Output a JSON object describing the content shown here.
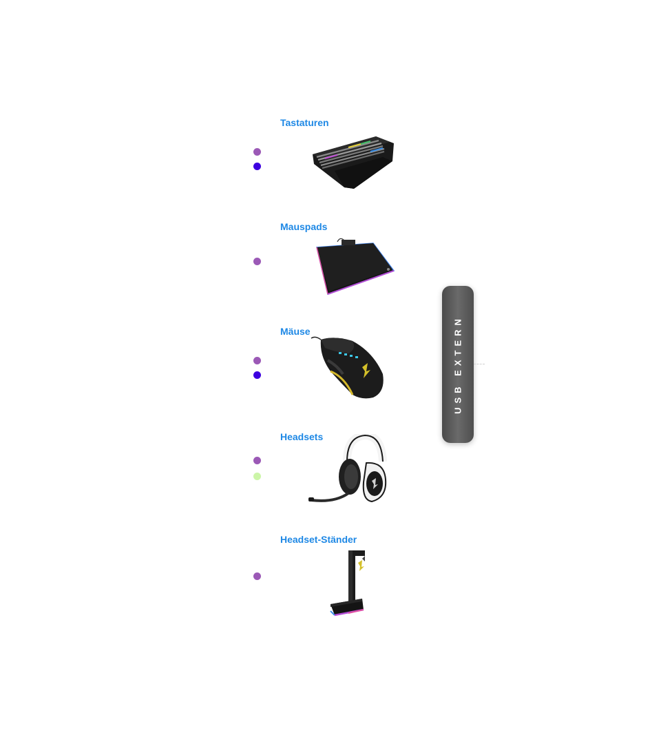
{
  "categories": [
    {
      "title": "Tastaturen",
      "product_icon": "keyboard-icon",
      "dots": [
        "#9b59b6",
        "#3d00e0"
      ]
    },
    {
      "title": "Mauspads",
      "product_icon": "mousepad-icon",
      "dots": [
        "#9b59b6"
      ]
    },
    {
      "title": "Mäuse",
      "product_icon": "mouse-icon",
      "dots": [
        "#9b59b6",
        "#3d00e0"
      ]
    },
    {
      "title": "Headsets",
      "product_icon": "headset-icon",
      "dots": [
        "#9b59b6",
        "#ccf5a8"
      ]
    },
    {
      "title": "Headset-Ständer",
      "product_icon": "headset-stand-icon",
      "dots": [
        "#9b59b6"
      ]
    }
  ],
  "usb_tab": {
    "label": "USB EXTERN"
  },
  "colors": {
    "title_blue": "#1e88e5",
    "tab_gray": "#5a5a5a"
  }
}
